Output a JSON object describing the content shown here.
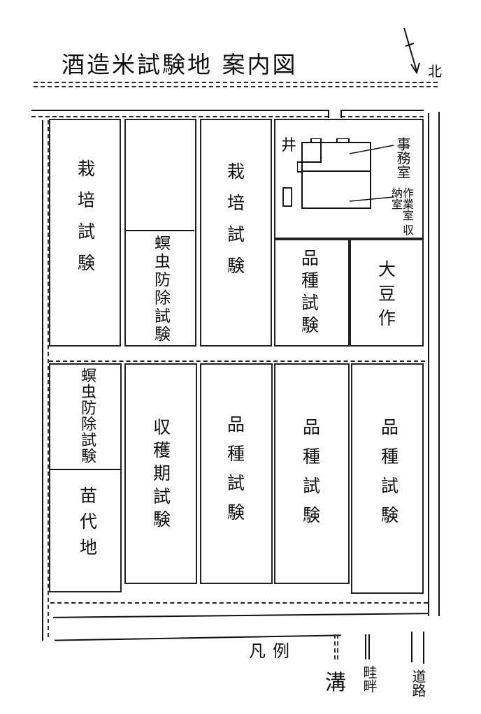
{
  "title": "酒造米試験地 案内図",
  "north_label": "北",
  "upper_block": {
    "plots": [
      {
        "label": "栽培試験"
      },
      {
        "label": "螟虫防除試験"
      },
      {
        "label": "栽培試験"
      },
      {
        "label": "品種試験"
      },
      {
        "label": "大豆作"
      }
    ],
    "buildings": {
      "well_symbol": "井",
      "office": "事務室",
      "work_storage": "作業室 収納室"
    }
  },
  "lower_block": {
    "plots": [
      {
        "label": "螟虫防除試験"
      },
      {
        "label": "苗代地"
      },
      {
        "label": "収穫期試験"
      },
      {
        "label": "品種試験"
      },
      {
        "label": "品種試験"
      },
      {
        "label": "品種試験"
      }
    ]
  },
  "legend": {
    "title": "凡例",
    "items": [
      {
        "label": "溝",
        "symbol": "ditch"
      },
      {
        "label": "畦畔",
        "symbol": "levee"
      },
      {
        "label": "道路",
        "symbol": "road"
      }
    ]
  },
  "colors": {
    "ink": "#111111",
    "paper": "#ffffff"
  }
}
